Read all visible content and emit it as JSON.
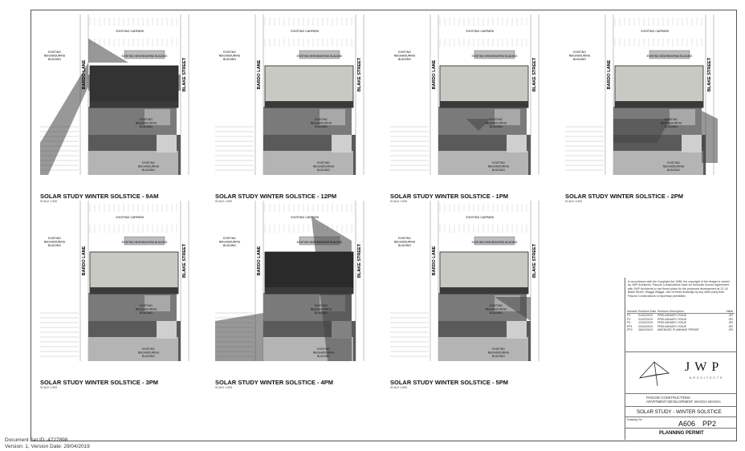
{
  "labels": {
    "carpark": "EXISTING CARPARK",
    "neigh_top": "EXISTING NEIGHBOURING BUILDING",
    "neigh_left": [
      "EXISTING",
      "NEIGHBOURING",
      "BUILDING"
    ],
    "neigh_mid": [
      "EXISTING",
      "NEIGHBOURING",
      "BUILDING"
    ],
    "neigh_bottom": [
      "EXISTING",
      "NEIGHBOURING",
      "BUILDING"
    ],
    "bardo_lane": "BARDO LANE",
    "blake_street": "BLAKE STREET",
    "scale": "SCALE 1:500"
  },
  "panels": [
    {
      "title": "SOLAR STUDY WINTER SOLSTICE - 9AM"
    },
    {
      "title": "SOLAR STUDY WINTER SOLSTICE - 12PM"
    },
    {
      "title": "SOLAR STUDY WINTER SOLSTICE - 1PM"
    },
    {
      "title": "SOLAR STUDY WINTER SOLSTICE - 2PM"
    },
    {
      "title": "SOLAR STUDY WINTER SOLSTICE - 3PM"
    },
    {
      "title": "SOLAR STUDY WINTER SOLSTICE - 4PM"
    },
    {
      "title": "SOLAR STUDY WINTER SOLSTICE - 5PM"
    }
  ],
  "title_block": {
    "copyright": "In accordance with the Copyright Act 1968, the copyright of the design is owned by JWP Architects. Pascoe Constructions have an exclusive licence agreement with JWP Architects to use these plans for the proposed development at 12-16 Blake Street, Wagga Wagga. Use of these drawings by any other party than Pascoe Constructions is expressly prohibited.",
    "issue_header": [
      "Number",
      "Revision Date",
      "Revision Description",
      "Initial"
    ],
    "issues": [
      [
        "P1",
        "01/02/2019",
        "PRELIMINARY ISSUE",
        "GR"
      ],
      [
        "P2",
        "21/02/2019",
        "PRELIMINARY ISSUE",
        "GR"
      ],
      [
        "P3",
        "12/03/2019",
        "PRELIMINARY ISSUE",
        "GR"
      ],
      [
        "PP1",
        "03/04/2019",
        "PRELIMINARY ISSUE",
        "GR"
      ],
      [
        "PP2",
        "26/04/2019",
        "AMENDED PLANNING PERMIT",
        "GR"
      ]
    ],
    "logo_text": "JWP",
    "logo_sub": "ARCHITECTS",
    "client": "PASCOE CONSTRUCTIONS",
    "project": "APARTMENT DEVELOPMENT, WAGGA WAGGA",
    "drawing_title": "SOLAR STUDY - WINTER SOLSTICE",
    "drawing_no_label": "Drawing No",
    "drawing_no": "A606",
    "revision": "PP2",
    "status": "PLANNING PERMIT"
  },
  "doc_info": {
    "set_id": "Document Set ID: 4727898",
    "version": "Version: 1, Version Date: 29/04/2019"
  }
}
